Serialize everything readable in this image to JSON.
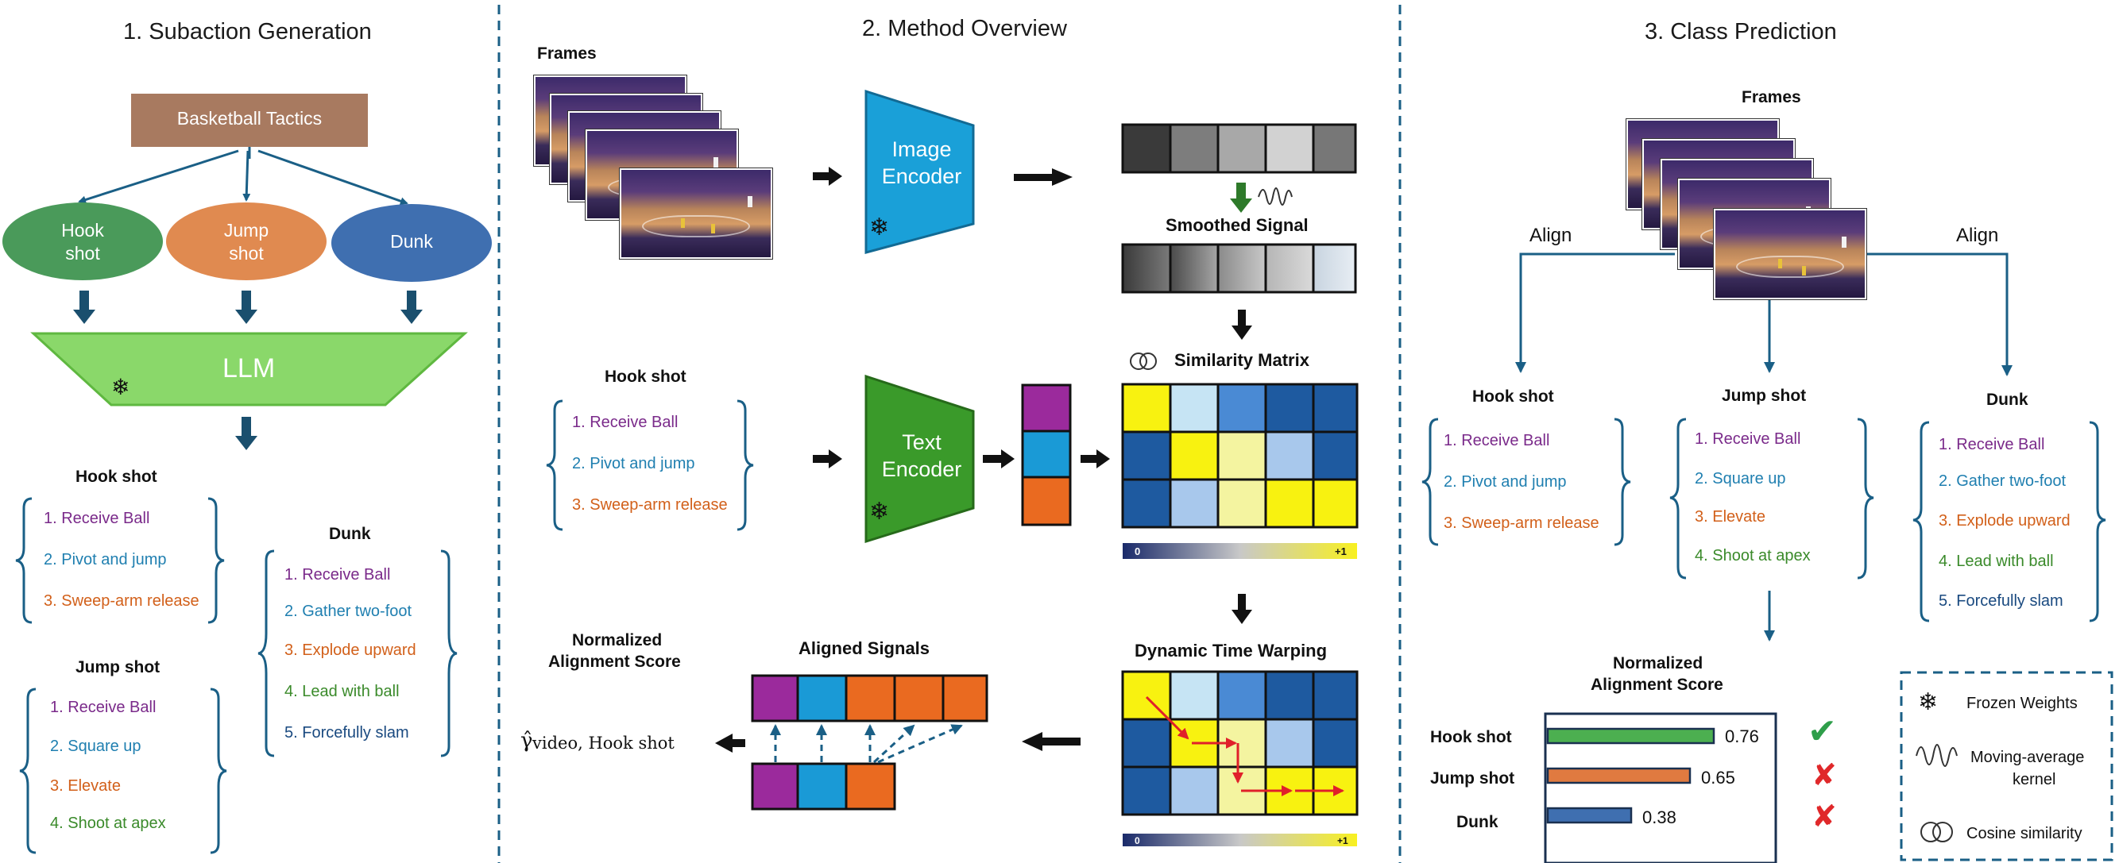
{
  "sections": {
    "subaction": "1. Subaction Generation",
    "method": "2. Method Overview",
    "class_pred": "3. Class Prediction"
  },
  "left": {
    "tactics_box": "Basketball Tactics",
    "ellipses": [
      "Hook\nshot",
      "Jump\nshot",
      "Dunk"
    ],
    "llm": "LLM",
    "hook": {
      "title": "Hook shot",
      "items": [
        "1. Receive Ball",
        "2. Pivot and jump",
        "3. Sweep-arm release"
      ]
    },
    "jump": {
      "title": "Jump shot",
      "items": [
        "1. Receive Ball",
        "2. Square up",
        "3. Elevate",
        "4. Shoot at apex"
      ]
    },
    "dunk": {
      "title": "Dunk",
      "items": [
        "1. Receive Ball",
        "2. Gather two-foot",
        "3. Explode upward",
        "4. Lead with ball",
        "5. Forcefully slam"
      ]
    }
  },
  "middle": {
    "frames_label": "Frames",
    "image_encoder": "Image\nEncoder",
    "smoothed_signal": "Smoothed Signal",
    "hook_title": "Hook shot",
    "hook_items": [
      "1. Receive Ball",
      "2. Pivot and jump",
      "3. Sweep-arm release"
    ],
    "text_encoder": "Text\nEncoder",
    "similarity_matrix": "Similarity Matrix",
    "colorbar_min": "0",
    "colorbar_max": "+1",
    "dtw": "Dynamic Time Warping",
    "aligned_signals": "Aligned Signals",
    "norm_score_l1": "Normalized",
    "norm_score_l2": "Alignment Score",
    "gamma_label": "γ̂",
    "gamma_sub": "video, Hook shot"
  },
  "right": {
    "frames_label": "Frames",
    "align_left": "Align",
    "align_right": "Align",
    "hook": {
      "title": "Hook shot",
      "items": [
        "1. Receive Ball",
        "2. Pivot and jump",
        "3. Sweep-arm release"
      ]
    },
    "jump": {
      "title": "Jump shot",
      "items": [
        "1. Receive Ball",
        "2. Square up",
        "3. Elevate",
        "4. Shoot at apex"
      ]
    },
    "dunk": {
      "title": "Dunk",
      "items": [
        "1. Receive Ball",
        "2. Gather two-foot",
        "3. Explode upward",
        "4. Lead with ball",
        "5. Forcefully slam"
      ]
    },
    "score_title_l1": "Normalized",
    "score_title_l2": "Alignment Score",
    "legend": {
      "frozen": "Frozen Weights",
      "kernel_l1": "Moving-average",
      "kernel_l2": "kernel",
      "cosine": "Cosine similarity"
    }
  },
  "chart_data": {
    "type": "bar",
    "title": "Normalized Alignment Score",
    "categories": [
      "Hook shot",
      "Jump shot",
      "Dunk"
    ],
    "values": [
      0.76,
      0.65,
      0.38
    ],
    "value_labels": [
      "0.76",
      "0.65",
      "0.38"
    ],
    "colors": [
      "#4caf50",
      "#e07a40",
      "#3f6fb0"
    ],
    "marks": [
      "✔",
      "✘",
      "✘"
    ],
    "mark_colors": [
      "#2e9e4a",
      "#e0282a",
      "#e0282a"
    ],
    "xlim": [
      0,
      1
    ],
    "orientation": "horizontal"
  },
  "colors": {
    "divider": "#1a5f86",
    "arrow_dark": "#1a4f6e",
    "image_encoder": "#1aa0d8",
    "text_encoder": "#3a9a2a",
    "llm": "#8ad86a",
    "tactics": "#a87a60",
    "hook_ellipse": "#4a9a5a",
    "jump_ellipse": "#e08a50",
    "dunk_ellipse": "#3f6fb0"
  }
}
